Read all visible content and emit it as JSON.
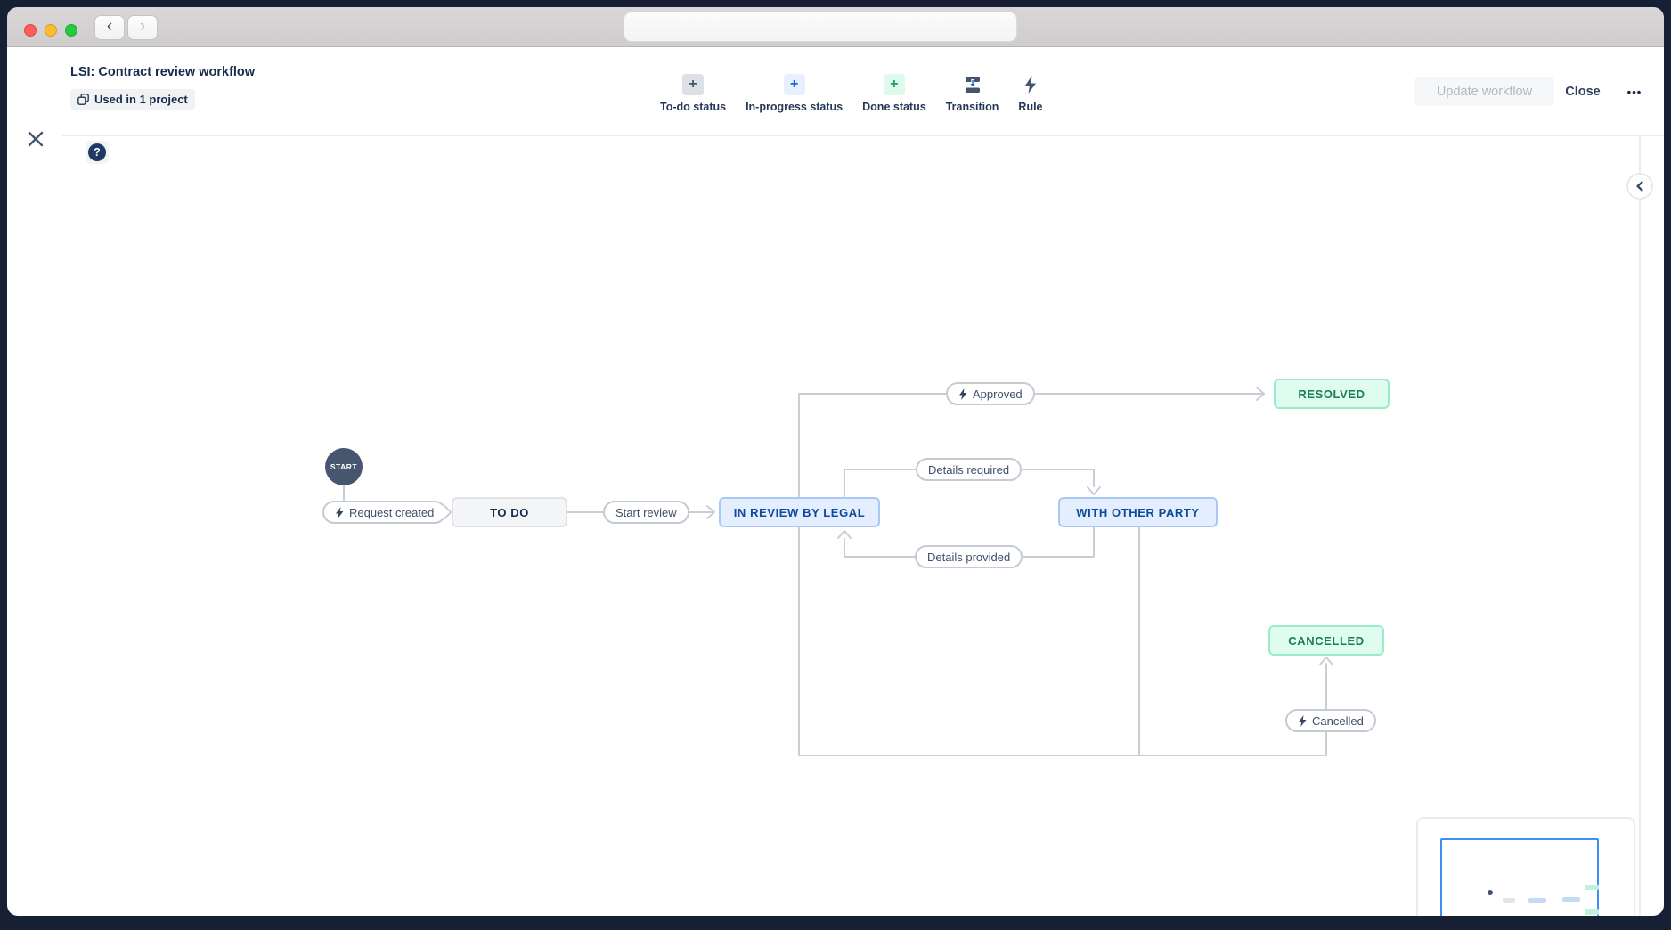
{
  "colors": {
    "frame_background": "#161F33",
    "accent_blue": "#1868DB",
    "navy_text": "#172B4D",
    "connector_gray": "#C9CED6",
    "todo_bg": "#F4F5F7",
    "in_progress_bg": "#E4EEFE",
    "in_progress_text": "#0C4A9E",
    "done_bg": "#DFFCF0",
    "done_text": "#1E7C55",
    "minimap_viewport_border": "#3E8EF7"
  },
  "header": {
    "title": "LSI: Contract review workflow",
    "badge_label": "Used in 1 project",
    "toolbar": {
      "items": [
        {
          "label": "To-do status",
          "icon": "plus-gray"
        },
        {
          "label": "In-progress status",
          "icon": "plus-blue"
        },
        {
          "label": "Done status",
          "icon": "plus-green"
        },
        {
          "label": "Transition",
          "icon": "transition"
        },
        {
          "label": "Rule",
          "icon": "lightning"
        }
      ]
    },
    "actions": {
      "update_label": "Update workflow",
      "close_label": "Close",
      "more_label": "•••"
    }
  },
  "canvas": {
    "help_label": "?",
    "start_label": "START",
    "statuses": [
      {
        "label": "TO DO",
        "type": "todo"
      },
      {
        "label": "IN REVIEW BY LEGAL",
        "type": "in-progress"
      },
      {
        "label": "WITH OTHER PARTY",
        "type": "in-progress"
      },
      {
        "label": "RESOLVED",
        "type": "done"
      },
      {
        "label": "CANCELLED",
        "type": "done"
      }
    ],
    "transitions": [
      {
        "label": "Request created",
        "has_rule": true
      },
      {
        "label": "Start review",
        "has_rule": false
      },
      {
        "label": "Approved",
        "has_rule": true
      },
      {
        "label": "Details required",
        "has_rule": false
      },
      {
        "label": "Details provided",
        "has_rule": false
      },
      {
        "label": "Cancelled",
        "has_rule": true
      }
    ]
  }
}
